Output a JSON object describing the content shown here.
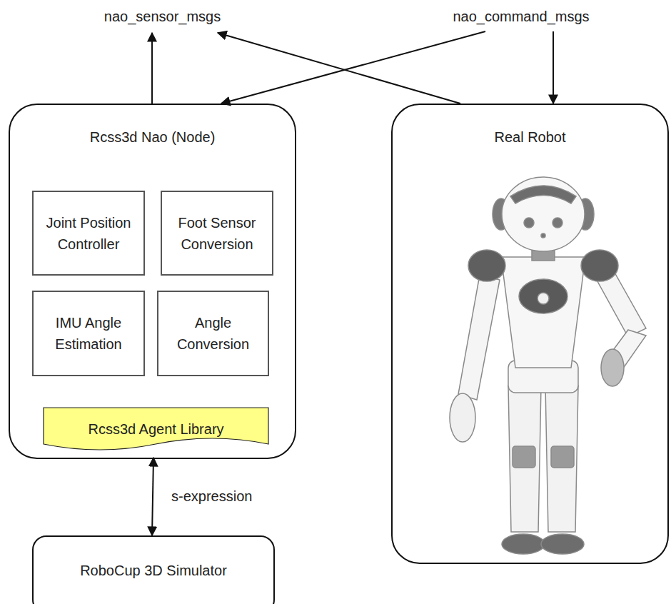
{
  "diagram": {
    "nodes": [
      {
        "text": [
          "nao_sensor_msgs"
        ]
      },
      {
        "text": [
          "nao_command_msgs"
        ]
      },
      {
        "text": [
          "Rcss3d Nao (Node)"
        ]
      },
      {
        "text": [
          "Joint Position Controller"
        ],
        "in": 2
      },
      {
        "text": [
          "Foot Sensor Conversion"
        ],
        "in": 2
      },
      {
        "text": [
          "IMU Angle Estimation"
        ],
        "in": 2
      },
      {
        "text": [
          "Angle Conversion"
        ],
        "in": 2
      },
      {
        "text": [
          "Rcss3d Agent Library"
        ],
        "in": 2
      },
      {
        "text": [
          "Real Robot"
        ]
      },
      {
        "text": [
          "RoboCup 3D Simulator"
        ]
      }
    ],
    "edges": [
      {
        "from": 2,
        "to": 0,
        "arrow": "to"
      },
      {
        "from": 1,
        "to": 2,
        "arrow": "to"
      },
      {
        "from": 8,
        "to": 0,
        "arrow": "to"
      },
      {
        "from": 1,
        "to": 8,
        "arrow": "to"
      },
      {
        "from": 7,
        "to": 9,
        "arrow": "both",
        "label": "s-expression"
      }
    ]
  }
}
